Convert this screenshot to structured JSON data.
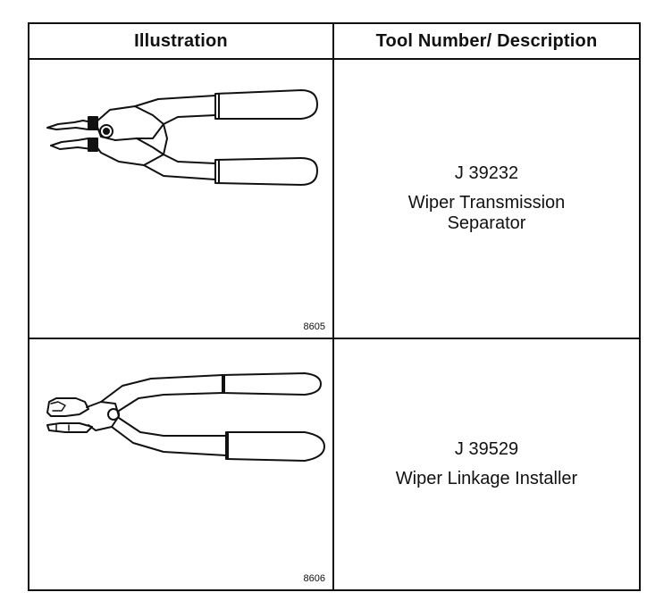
{
  "table": {
    "headers": {
      "illustration": "Illustration",
      "description": "Tool Number/ Description"
    },
    "rows": [
      {
        "tool_number": "J 39232",
        "description_line1": "Wiper Transmission",
        "description_line2": "Separator",
        "figure_number": "8605",
        "illustration_icon": "pliers-separator-icon"
      },
      {
        "tool_number": "J 39529",
        "description_line1": "Wiper Linkage Installer",
        "description_line2": "",
        "figure_number": "8606",
        "illustration_icon": "pliers-installer-icon"
      }
    ]
  },
  "colors": {
    "line": "#111111",
    "background": "#ffffff"
  }
}
